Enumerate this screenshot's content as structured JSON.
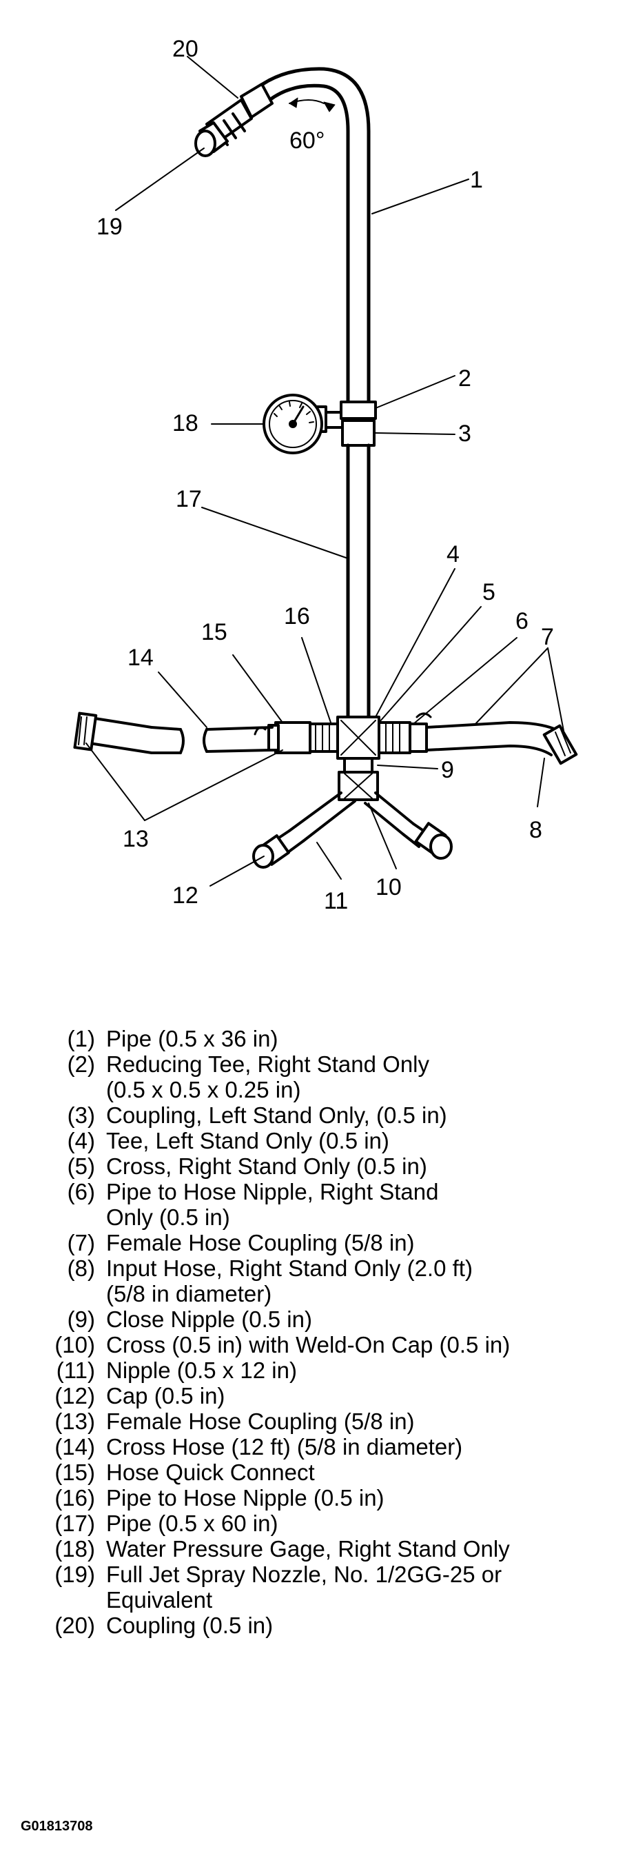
{
  "callouts": [
    "20",
    "60°",
    "1",
    "19",
    "2",
    "18",
    "3",
    "17",
    "4",
    "5",
    "16",
    "15",
    "6",
    "7",
    "14",
    "9",
    "13",
    "8",
    "12",
    "11",
    "10"
  ],
  "legend": [
    {
      "num": "(1)",
      "lines": [
        "Pipe (0.5 x 36 in)"
      ]
    },
    {
      "num": "(2)",
      "lines": [
        "Reducing Tee, Right Stand Only",
        "(0.5 x 0.5 x 0.25 in)"
      ]
    },
    {
      "num": "(3)",
      "lines": [
        "Coupling, Left Stand Only, (0.5 in)"
      ]
    },
    {
      "num": "(4)",
      "lines": [
        "Tee, Left Stand Only (0.5 in)"
      ]
    },
    {
      "num": "(5)",
      "lines": [
        "Cross, Right Stand Only (0.5 in)"
      ]
    },
    {
      "num": "(6)",
      "lines": [
        "Pipe to Hose Nipple, Right Stand",
        "Only (0.5 in)"
      ]
    },
    {
      "num": "(7)",
      "lines": [
        "Female Hose Coupling (5/8 in)"
      ]
    },
    {
      "num": "(8)",
      "lines": [
        "Input Hose, Right Stand Only (2.0 ft)",
        "(5/8 in diameter)"
      ]
    },
    {
      "num": "(9)",
      "lines": [
        "Close Nipple (0.5 in)"
      ]
    },
    {
      "num": "(10)",
      "lines": [
        "Cross (0.5 in) with Weld-On Cap (0.5 in)"
      ]
    },
    {
      "num": "(11)",
      "lines": [
        "Nipple (0.5 x 12 in)"
      ]
    },
    {
      "num": "(12)",
      "lines": [
        "Cap (0.5 in)"
      ]
    },
    {
      "num": "(13)",
      "lines": [
        "Female Hose Coupling (5/8 in)"
      ]
    },
    {
      "num": "(14)",
      "lines": [
        "Cross Hose (12 ft) (5/8 in diameter)"
      ]
    },
    {
      "num": "(15)",
      "lines": [
        "Hose Quick Connect"
      ]
    },
    {
      "num": "(16)",
      "lines": [
        "Pipe to Hose Nipple (0.5 in)"
      ]
    },
    {
      "num": "(17)",
      "lines": [
        "Pipe (0.5 x 60 in)"
      ]
    },
    {
      "num": "(18)",
      "lines": [
        "Water Pressure Gage, Right Stand Only"
      ]
    },
    {
      "num": "(19)",
      "lines": [
        "Full Jet Spray Nozzle, No. 1/2GG-25 or",
        "Equivalent"
      ]
    },
    {
      "num": "(20)",
      "lines": [
        "Coupling (0.5 in)"
      ]
    }
  ],
  "figure_code": "G01813708"
}
